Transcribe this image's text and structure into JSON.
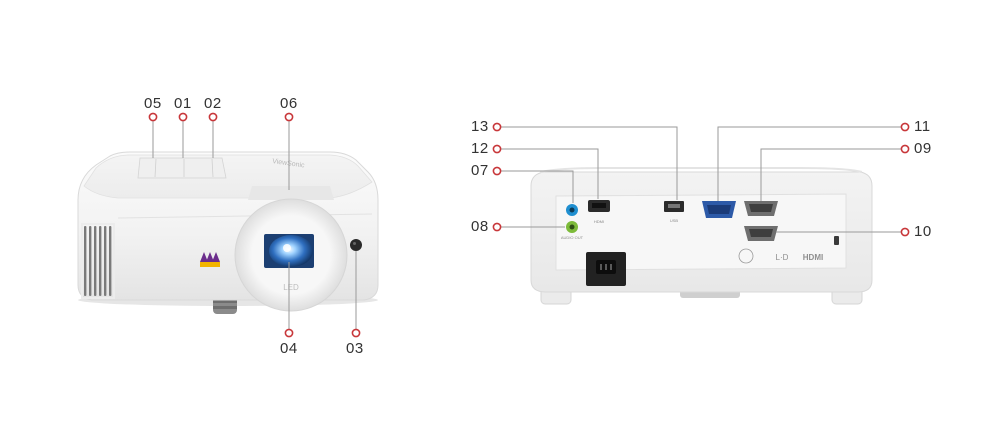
{
  "colors": {
    "callout_ring": "#c8373a",
    "callout_line": "#9a9a9a",
    "number_text": "#333333",
    "body_white": "#f6f6f6",
    "lens_blue": "#3a8ad8",
    "vga_blue": "#2d5aa8",
    "audio_blue": "#1f8fd0",
    "audio_green": "#7dbb3a",
    "brand_purple": "#6b2d8c",
    "brand_yellow": "#f2b400"
  },
  "front_view": {
    "callouts": [
      {
        "id": "05",
        "label": "05"
      },
      {
        "id": "01",
        "label": "01"
      },
      {
        "id": "02",
        "label": "02"
      },
      {
        "id": "06",
        "label": "06"
      },
      {
        "id": "04",
        "label": "04"
      },
      {
        "id": "03",
        "label": "03"
      }
    ],
    "top_logo_text": "ViewSonic",
    "lens_ring_mark": "LED"
  },
  "rear_view": {
    "callouts": [
      {
        "id": "13",
        "label": "13"
      },
      {
        "id": "12",
        "label": "12"
      },
      {
        "id": "07",
        "label": "07"
      },
      {
        "id": "08",
        "label": "08"
      },
      {
        "id": "11",
        "label": "11"
      },
      {
        "id": "09",
        "label": "09"
      },
      {
        "id": "10",
        "label": "10"
      }
    ],
    "logos": {
      "led": "L·D",
      "hdmi": "HDMI"
    }
  }
}
